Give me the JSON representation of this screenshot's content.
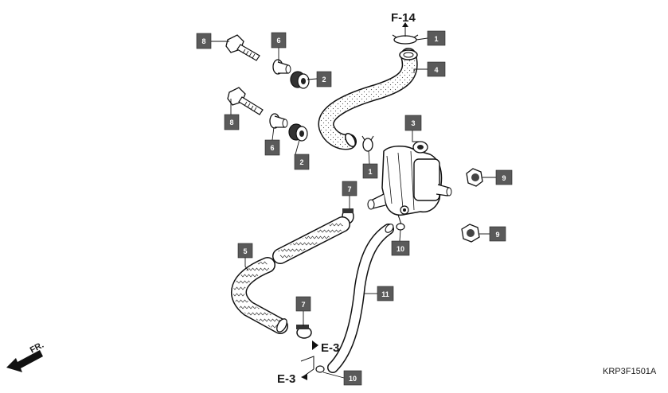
{
  "diagram": {
    "drawing_code": "KRP3F1501A",
    "front_marker": "FR.",
    "references": [
      "F-14",
      "E-3",
      "E-3"
    ],
    "callouts": [
      "8",
      "6",
      "2",
      "8",
      "6",
      "2",
      "1",
      "4",
      "3",
      "1",
      "9",
      "9",
      "7",
      "10",
      "5",
      "11",
      "7",
      "10"
    ]
  }
}
